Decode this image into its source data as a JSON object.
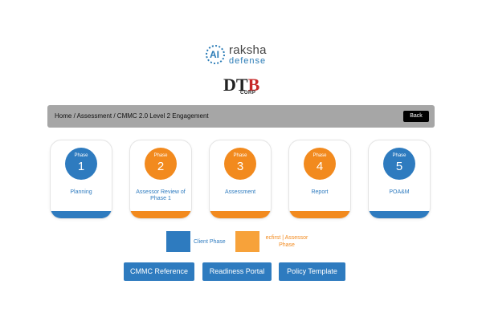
{
  "logos": {
    "raksha": {
      "ai": "AI",
      "name": "raksha",
      "sub": "defense"
    },
    "dtb": {
      "d": "D",
      "t": "T",
      "b": "B",
      "corp": "CORP"
    }
  },
  "breadcrumb": {
    "path": "Home / Assessment / CMMC 2.0 Level 2 Engagement",
    "back_label": "Back"
  },
  "phases": [
    {
      "word": "Phase",
      "num": "1",
      "label": "Planning",
      "color": "#2e7bbf"
    },
    {
      "word": "Phase",
      "num": "2",
      "label": "Assessor Review of Phase 1",
      "color": "#f28a1e"
    },
    {
      "word": "Phase",
      "num": "3",
      "label": "Assessment",
      "color": "#f28a1e"
    },
    {
      "word": "Phase",
      "num": "4",
      "label": "Report",
      "color": "#f28a1e"
    },
    {
      "word": "Phase",
      "num": "5",
      "label": "POA&M",
      "color": "#2e7bbf"
    }
  ],
  "legend": {
    "client": {
      "label": "Client Phase",
      "color": "#2e7bbf"
    },
    "assessor": {
      "label": "ecfirst | Assessor Phase",
      "color": "#f7a23a"
    }
  },
  "actions": {
    "cmmc_reference": "CMMC Reference",
    "readiness_portal": "Readiness Portal",
    "policy_template": "Policy Template"
  }
}
